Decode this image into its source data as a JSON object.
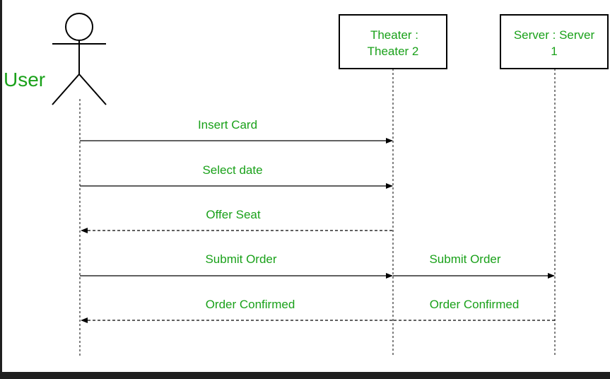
{
  "colors": {
    "label_green": "#1aa11a",
    "line": "#000000",
    "background": "#ffffff",
    "frame": "#1f1f1f"
  },
  "actor": {
    "label": "User"
  },
  "lifelines": {
    "theater": {
      "line1": "Theater :",
      "line2": "Theater 2"
    },
    "server": {
      "line1": "Server : Server",
      "line2": "1"
    }
  },
  "messages": [
    {
      "label": "Insert Card",
      "from": "user",
      "to": "theater",
      "style": "solid"
    },
    {
      "label": "Select date",
      "from": "user",
      "to": "theater",
      "style": "solid"
    },
    {
      "label": "Offer Seat",
      "from": "theater",
      "to": "user",
      "style": "dashed"
    },
    {
      "label": "Submit Order",
      "from": "user",
      "to": "theater",
      "style": "solid"
    },
    {
      "label": "Submit Order",
      "from": "theater",
      "to": "server",
      "style": "solid"
    },
    {
      "label": "Order Confirmed",
      "from": "theater",
      "to": "user",
      "style": "dashed"
    },
    {
      "label": "Order Confirmed",
      "from": "server",
      "to": "theater",
      "style": "dashed"
    }
  ]
}
